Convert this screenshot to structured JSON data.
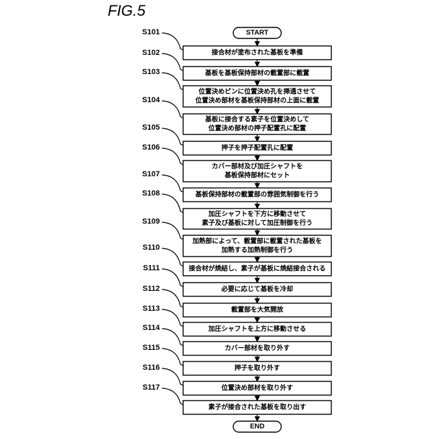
{
  "figure": {
    "title": "FIG.5"
  },
  "flow": {
    "start": "START",
    "end": "END",
    "steps": [
      {
        "label": "S101",
        "lines": [
          "接合材が塗布された基板を準備"
        ]
      },
      {
        "label": "S102",
        "lines": [
          "基板を基板保持部材の載置部に載置"
        ]
      },
      {
        "label": "S103",
        "lines": [
          "位置決めピンに位置決め孔を挿通させて",
          "位置決め部材を基板保持部材の上面に載置"
        ]
      },
      {
        "label": "S104",
        "lines": [
          "基板に接合する素子を位置決めして",
          "位置決め部材の押子配置孔に配置"
        ]
      },
      {
        "label": "S105",
        "lines": [
          "押子を押子配置孔に配置"
        ]
      },
      {
        "label": "S106",
        "lines": [
          "カバー部材及び加圧シャフトを",
          "基板保持部材にセット"
        ]
      },
      {
        "label": "S107",
        "lines": [
          "基板保持部材の載置部の雰囲気制御を行う"
        ]
      },
      {
        "label": "S108",
        "lines": [
          "加圧シャフトを下方に移動させて",
          "素子及び基板に対して加圧制御を行う"
        ]
      },
      {
        "label": "S109",
        "lines": [
          "加熱部によって、載置部に載置された基板を",
          "加熱する加熱制御を行う"
        ]
      },
      {
        "label": "S110",
        "lines": [
          "接合材が焼結し、素子が基板に焼結接合される"
        ]
      },
      {
        "label": "S111",
        "lines": [
          "必要に応じて基板を冷却"
        ]
      },
      {
        "label": "S112",
        "lines": [
          "載置部を大気開放"
        ]
      },
      {
        "label": "S113",
        "lines": [
          "加圧シャフトを上方に移動させる"
        ]
      },
      {
        "label": "S114",
        "lines": [
          "カバー部材を取り外す"
        ]
      },
      {
        "label": "S115",
        "lines": [
          "押子を取り外す"
        ]
      },
      {
        "label": "S116",
        "lines": [
          "位置決め部材を取り外す"
        ]
      },
      {
        "label": "S117",
        "lines": [
          "素子が接合された基板を取り出す"
        ]
      }
    ]
  }
}
